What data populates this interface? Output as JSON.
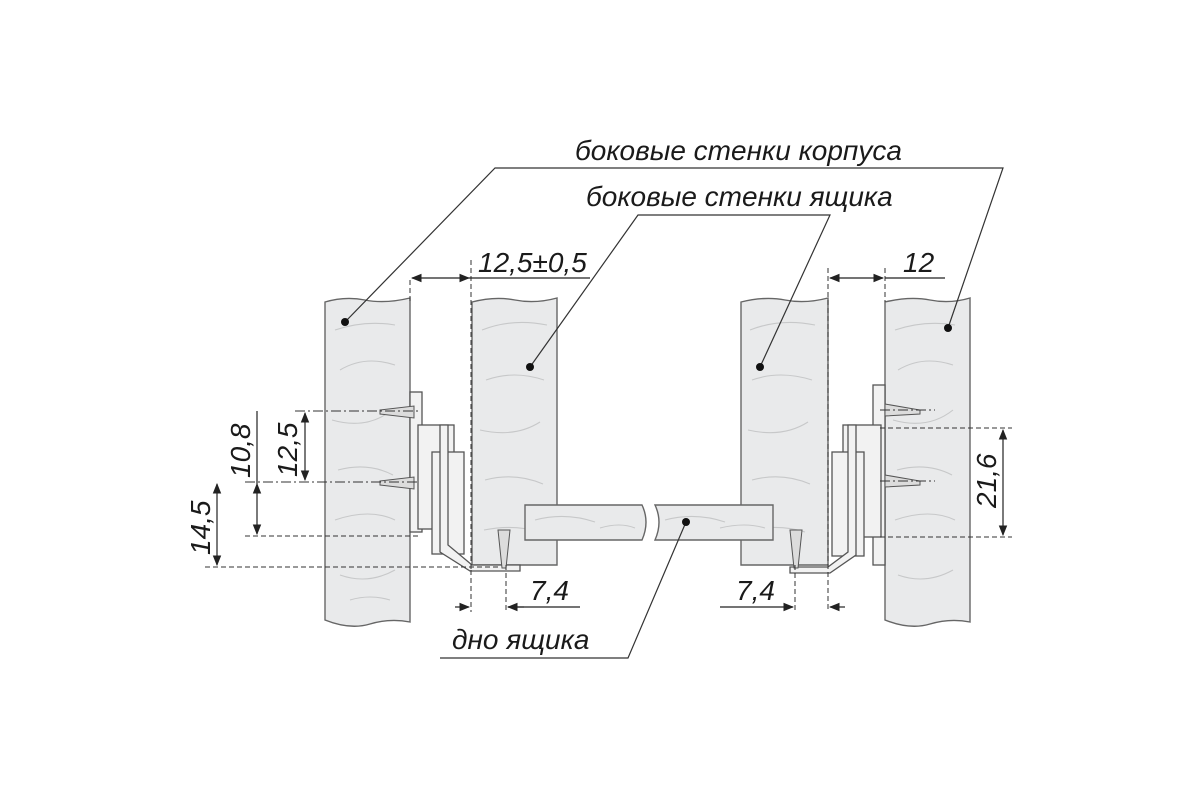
{
  "labels": {
    "cabinet_walls": "боковые стенки корпуса",
    "drawer_walls": "боковые стенки ящика",
    "drawer_bottom": "дно ящика"
  },
  "dimensions": {
    "gap_left": "12,5±0,5",
    "gap_right": "12",
    "left_12_5": "12,5",
    "left_10_8": "10,8",
    "left_14_5": "14,5",
    "right_21_6": "21,6",
    "bottom_left_7_4": "7,4",
    "bottom_right_7_4": "7,4"
  },
  "colors": {
    "panel_fill": "#e9eaeb",
    "outline": "#666666",
    "line": "#333333"
  }
}
